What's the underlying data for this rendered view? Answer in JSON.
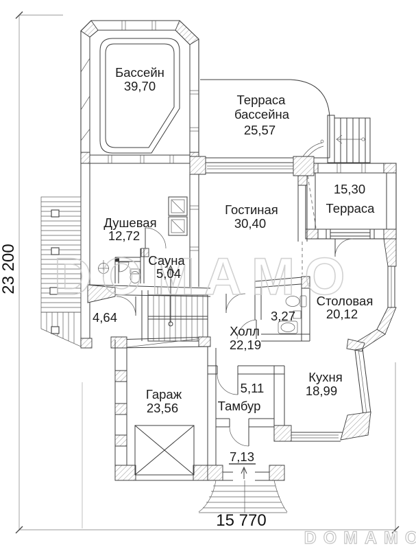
{
  "watermarks": {
    "center": "DOMAMO",
    "corner": "DOMAMO"
  },
  "dimensions": {
    "left_total": "23 200",
    "bottom_total": "15 770"
  },
  "rooms": {
    "pool": {
      "name": "Бассейн",
      "area": "39,70"
    },
    "pool_terrace": {
      "name_line1": "Терраса",
      "name_line2": "бассейна",
      "area": "25,57"
    },
    "living": {
      "name": "Гостиная",
      "area": "30,40"
    },
    "terrace": {
      "name": "Терраса",
      "area": "15,30"
    },
    "shower": {
      "name": "Душевая",
      "area": "12,72"
    },
    "sauna": {
      "name": "Сауна",
      "area": "5,04"
    },
    "storage": {
      "area": "4,64"
    },
    "hall": {
      "name": "Холл",
      "area": "22,19"
    },
    "wc": {
      "area": "3,27"
    },
    "dining": {
      "name": "Столовая",
      "area": "20,12"
    },
    "kitchen": {
      "name": "Кухня",
      "area": "18,99"
    },
    "garage": {
      "name": "Гараж",
      "area": "23,56"
    },
    "vestibule": {
      "name": "Тамбур",
      "area": "5,11"
    },
    "porch": {
      "area": "7,13"
    }
  }
}
